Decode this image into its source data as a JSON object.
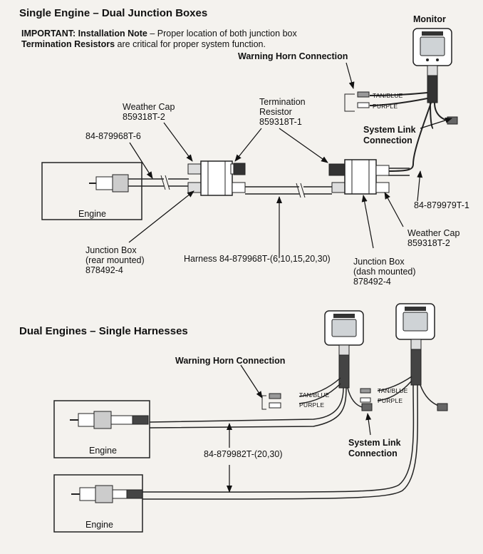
{
  "top": {
    "title": "Single Engine – Dual Junction Boxes",
    "note_bold_1": "IMPORTANT: Installation Note",
    "note_rest_1": " – Proper location of both junction box",
    "note_bold_2": "Termination Resistors",
    "note_rest_2": " are critical for proper system function.",
    "monitor": "Monitor",
    "warning_horn": "Warning Horn Connection",
    "tan_blue": "TAN/BLUE",
    "purple": "PURPLE",
    "system_link_1": "System Link",
    "system_link_2": "Connection",
    "weather_cap_left_1": "Weather Cap",
    "weather_cap_left_2": "859318T-2",
    "termination_1": "Termination",
    "termination_2": "Resistor",
    "termination_3": "859318T-1",
    "harness_engine": "84-879968T-6",
    "engine": "Engine",
    "harness_right": "84-879979T-1",
    "weather_cap_right_1": "Weather Cap",
    "weather_cap_right_2": "859318T-2",
    "jb_rear_1": "Junction Box",
    "jb_rear_2": "(rear mounted)",
    "jb_rear_3": "878492-4",
    "harness_main": "Harness 84-879968T-(6,10,15,20,30)",
    "jb_dash_1": "Junction Box",
    "jb_dash_2": "(dash mounted)",
    "jb_dash_3": "878492-4"
  },
  "bottom": {
    "title": "Dual Engines – Single Harnesses",
    "warning_horn": "Warning Horn Connection",
    "tan_blue_left": "TAN/BLUE",
    "purple_left": "PURPLE",
    "tan_blue_right": "TAN/BLUE",
    "purple_right": "PURPLE",
    "system_link_1": "System Link",
    "system_link_2": "Connection",
    "harness": "84-879982T-(20,30)",
    "engine_1": "Engine",
    "engine_2": "Engine"
  }
}
